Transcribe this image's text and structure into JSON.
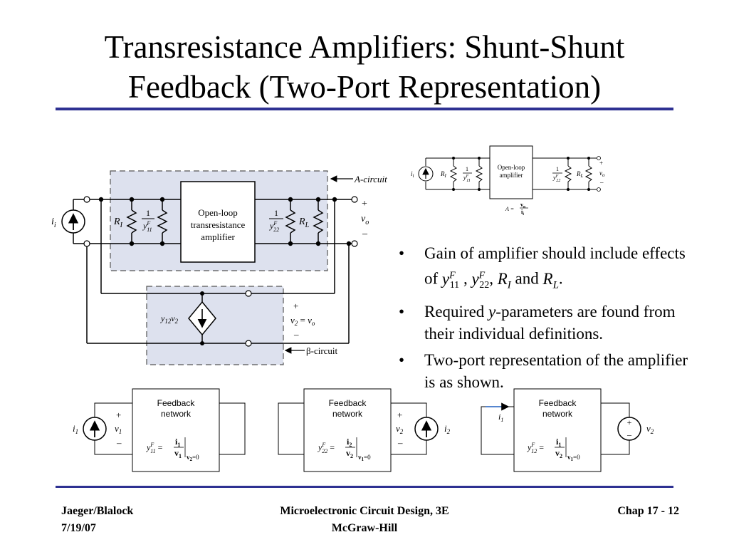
{
  "slide": {
    "title_line1": "Transresistance Amplifiers: Shunt-Shunt",
    "title_line2": "Feedback (Two-Port Representation)"
  },
  "main_circuit": {
    "a_circuit_label": "A-circuit",
    "amp_line1": "Open-loop",
    "amp_line2": "transresistance",
    "amp_line3": "amplifier",
    "source_label": "i",
    "source_sub": "i",
    "ri_label": "R",
    "ri_sub": "I",
    "y11_num": "1",
    "y11_den": "y",
    "y11_sup": "F",
    "y11_sub": "11",
    "y22_num": "1",
    "y22_den": "y",
    "y22_sup": "F",
    "y22_sub": "22",
    "rl_label": "R",
    "rl_sub": "L",
    "plus": "+",
    "minus": "–",
    "vo_label": "v",
    "vo_sub": "o",
    "dep_source_label": "y",
    "dep_source_sub1": "12",
    "dep_source_v": "v",
    "dep_source_sub2": "2",
    "v2_label": "v",
    "v2_sub": "2",
    "v2_eq": " = ",
    "v2_rhs": "v",
    "v2_rhs_sub": "o",
    "beta_label": "β-circuit"
  },
  "small_circuit": {
    "amp_line1": "Open-loop",
    "amp_line2": "amplifier",
    "source_label": "i",
    "source_sub": "i",
    "ri_label": "R",
    "ri_sub": "I",
    "y11_num": "1",
    "y11_den": "y",
    "y11_sup": "F",
    "y11_sub": "11",
    "y22_num": "1",
    "y22_den": "y",
    "y22_sup": "F",
    "y22_sub": "22",
    "rl_label": "R",
    "rl_sub": "L",
    "plus": "+",
    "minus": "–",
    "vo_label": "v",
    "vo_sub": "o",
    "gain_lhs": "A = ",
    "gain_num": "v",
    "gain_num_sub": "o",
    "gain_den": "i",
    "gain_den_sub": "i"
  },
  "bullets": {
    "b1_text": "Gain of amplifier should include effects of",
    "b1_y11": "y",
    "b1_y11_sup": "F",
    "b1_y11_sub": "11",
    "b1_sep": " ,  ",
    "b1_y22": "y",
    "b1_y22_sup": "F",
    "b1_y22_sub": "22",
    "b1_comma": ", ",
    "b1_ri": "R",
    "b1_ri_sub": "I",
    "b1_and": " and ",
    "b1_rl": "R",
    "b1_rl_sub": "L",
    "b1_end": ".",
    "b2_pre": "Required ",
    "b2_y": "y",
    "b2_post": "-parameters are found from their individual definitions.",
    "b3_text": "Two-port representation of the amplifier is as shown."
  },
  "bottom_networks": {
    "fb_line1": "Feedback",
    "fb_line2": "network",
    "n1_src": "i",
    "n1_src_sub": "1",
    "n1_v": "v",
    "n1_v_sub": "1",
    "n1_eq_lhs": "y",
    "n1_eq_sup": "F",
    "n1_eq_sub": "11",
    "n1_eq_mid": " = ",
    "n1_eq_num": "i",
    "n1_eq_num_sub": "1",
    "n1_eq_den": "v",
    "n1_eq_den_sub": "1",
    "n1_cond": "v",
    "n1_cond_sub": "2",
    "n1_cond_val": "=0",
    "n2_v": "v",
    "n2_v_sub": "2",
    "n2_src": "i",
    "n2_src_sub": "2",
    "n2_eq_lhs": "y",
    "n2_eq_sup": "F",
    "n2_eq_sub": "22",
    "n2_eq_mid": " = ",
    "n2_eq_num": "i",
    "n2_eq_num_sub": "2",
    "n2_eq_den": "v",
    "n2_eq_den_sub": "2",
    "n2_cond": "v",
    "n2_cond_sub": "1",
    "n2_cond_val": "=0",
    "n3_i": "i",
    "n3_i_sub": "1",
    "n3_v": "v",
    "n3_v_sub": "2",
    "n3_eq_lhs": "y",
    "n3_eq_sup": "F",
    "n3_eq_sub": "12",
    "n3_eq_mid": " = ",
    "n3_eq_num": "i",
    "n3_eq_num_sub": "1",
    "n3_eq_den": "v",
    "n3_eq_den_sub": "2",
    "n3_cond": "v",
    "n3_cond_sub": "1",
    "n3_cond_val": "=0",
    "plus": "+",
    "minus": "–"
  },
  "footer": {
    "left1": "Jaeger/Blalock",
    "left2": "7/19/07",
    "center1": "Microelectronic Circuit Design, 3E",
    "center2": "McGraw-Hill",
    "right": "Chap 17 - 12"
  },
  "colors": {
    "accent_rule": "#2e3192",
    "circuit_shade": "#dde1ee",
    "arrow_blue": "#1f5fbf"
  }
}
